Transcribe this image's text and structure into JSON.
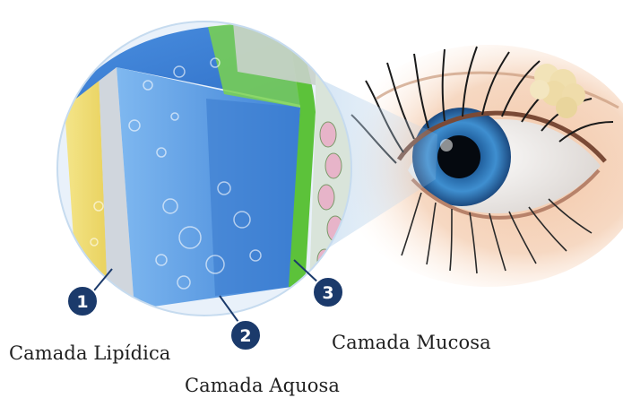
{
  "labels": {
    "lipid": "Camada Lipídica",
    "aquosa": "Camada Aquosa",
    "mucosa": "Camada Mucosa"
  },
  "markers": {
    "m1": "1",
    "m2": "2",
    "m3": "3"
  },
  "colors": {
    "badge": "#1b3a6b",
    "lipid_layer": "#f3e27c",
    "aqueous_layer": "#5b9fe0",
    "mucus_layer": "#5cc23a",
    "iris": "#3f8fd0"
  }
}
